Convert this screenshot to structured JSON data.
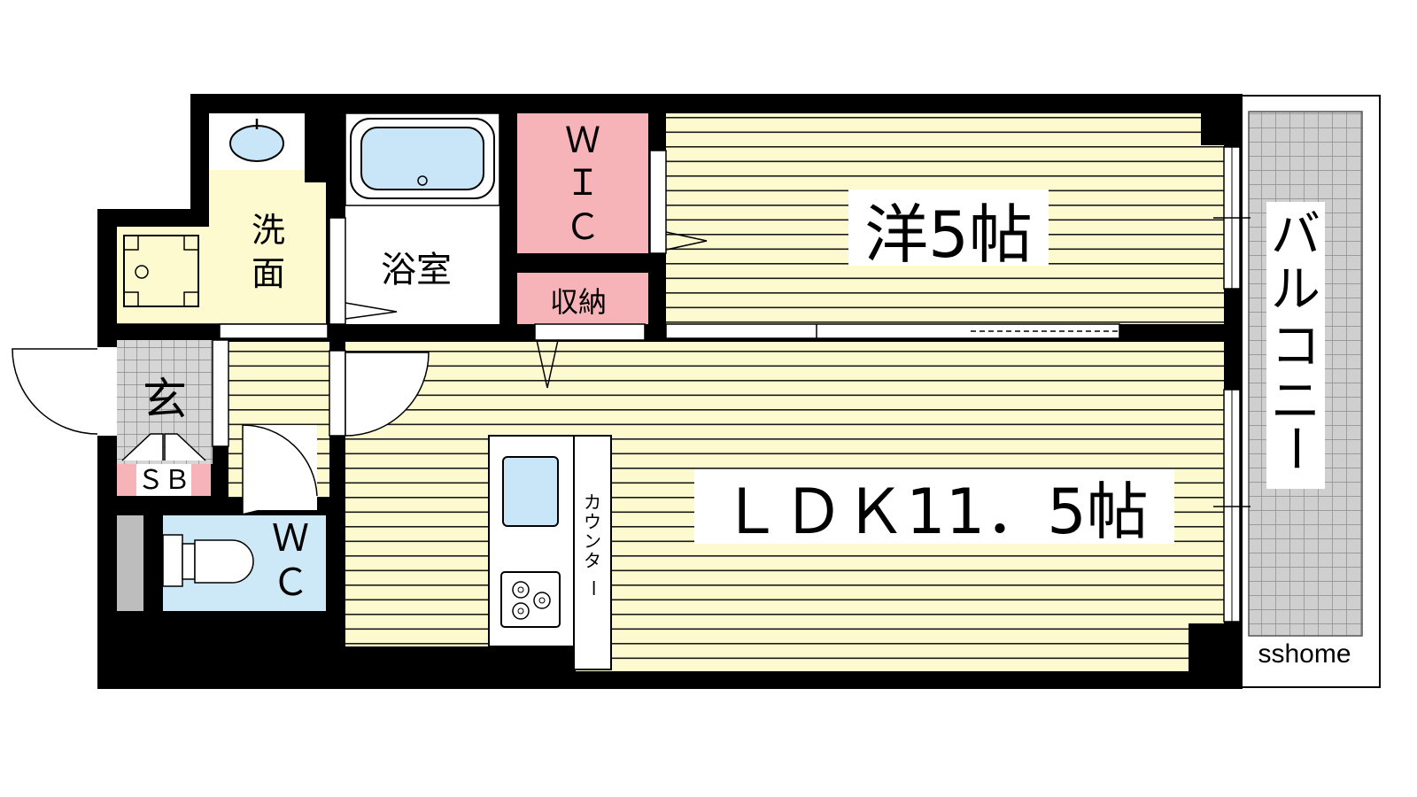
{
  "rooms": {
    "western": "洋5帖",
    "ldk": "ＬＤＫ11．5帖",
    "bath": "浴室",
    "washroom": [
      "洗",
      "面"
    ],
    "wic": [
      "Ｗ",
      "Ｉ",
      "Ｃ"
    ],
    "storage": "収納",
    "entrance": "玄",
    "shoebox": "ＳＢ",
    "toilet": [
      "Ｗ",
      "Ｃ"
    ],
    "counter": [
      "カ",
      "ウ",
      "ン",
      "タ",
      "ー"
    ],
    "balcony": [
      "バ",
      "ル",
      "コ",
      "ニ",
      "ー"
    ]
  },
  "watermark": "sshome",
  "colors": {
    "wall": "#000000",
    "floor_wood": "#fdfad0",
    "floor_stripe": "#1a1a1a",
    "water_area": "#cde9f7",
    "fixture": "#c8e6f8",
    "storage": "#f6b3b8",
    "balcony_tile": "#cfcfcf",
    "balcony_grid": "#8a8a8a",
    "entrance_tile": "#d6d6d6",
    "bath_area": "#ffffff"
  }
}
